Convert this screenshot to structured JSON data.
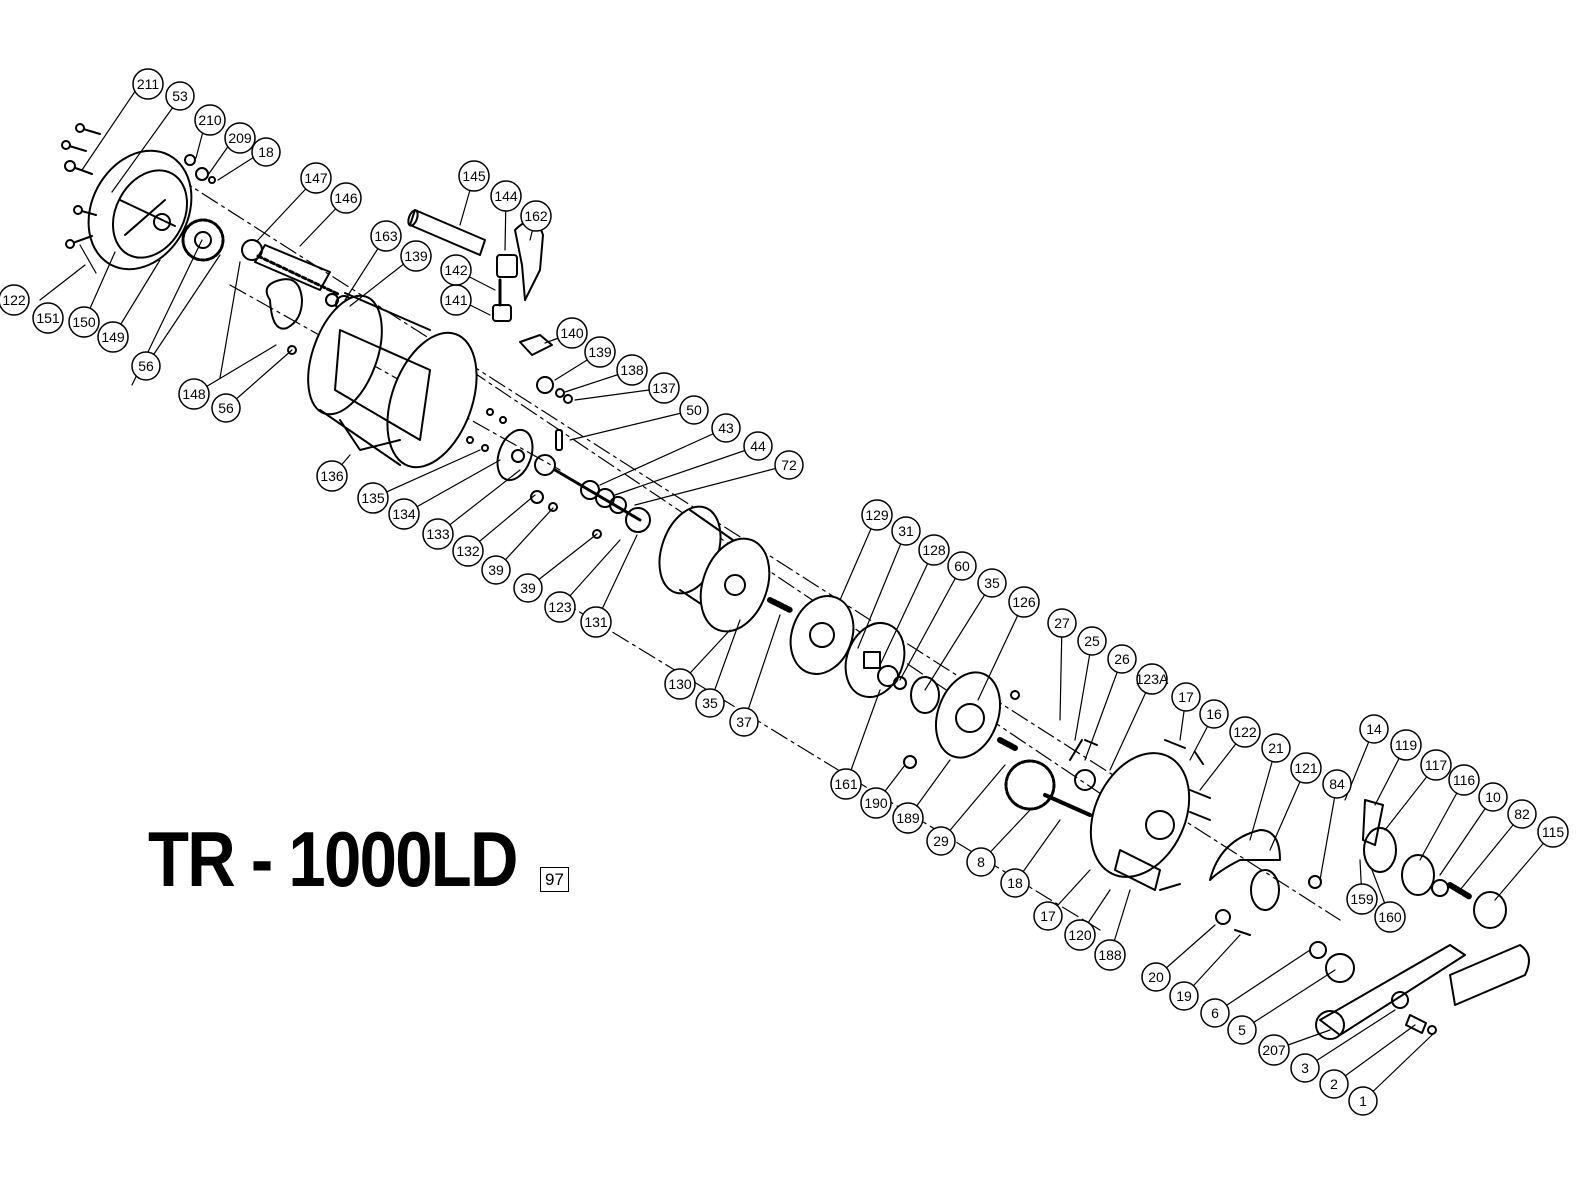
{
  "model": "TR - 1000LD",
  "year_code": "97",
  "labels": [
    "1",
    "2",
    "3",
    "5",
    "6",
    "8",
    "10",
    "14",
    "16",
    "17",
    "17",
    "18",
    "18",
    "19",
    "20",
    "21",
    "25",
    "26",
    "27",
    "29",
    "31",
    "35",
    "35",
    "37",
    "39",
    "39",
    "43",
    "44",
    "50",
    "53",
    "56",
    "56",
    "60",
    "72",
    "82",
    "84",
    "115",
    "116",
    "117",
    "119",
    "120",
    "121",
    "122",
    "122",
    "123",
    "123A",
    "126",
    "128",
    "129",
    "130",
    "131",
    "132",
    "133",
    "134",
    "135",
    "136",
    "137",
    "138",
    "139",
    "139",
    "140",
    "141",
    "142",
    "144",
    "145",
    "146",
    "147",
    "148",
    "149",
    "150",
    "151",
    "159",
    "160",
    "161",
    "162",
    "163",
    "188",
    "189",
    "190",
    "207",
    "209",
    "210",
    "211"
  ]
}
